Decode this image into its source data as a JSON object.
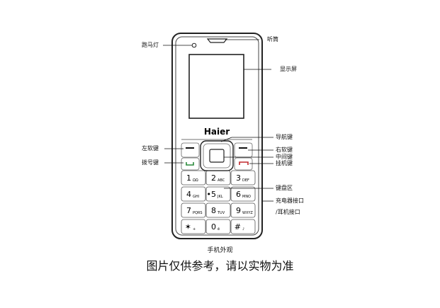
{
  "brand": "Haier",
  "callouts": {
    "indicator_light": "跑马灯",
    "receiver": "听筒",
    "display": "显示屏",
    "nav_key": "导航键",
    "left_soft_key": "左软键",
    "right_soft_key": "右软键",
    "center_key": "中间键",
    "dial_key": "拨号键",
    "end_key": "挂机键",
    "keypad_area": "键盘区",
    "charger_port": "充电器接口",
    "earphone_port": "/耳机接口"
  },
  "keys": [
    {
      "main": "1",
      "sub": "ΩΩ"
    },
    {
      "main": "2",
      "sub": "ABC"
    },
    {
      "main": "3",
      "sub": "DEF"
    },
    {
      "main": "4",
      "sub": "GHI"
    },
    {
      "main": "•5",
      "sub": "JKL"
    },
    {
      "main": "6",
      "sub": "MNO"
    },
    {
      "main": "7",
      "sub": "PQRS"
    },
    {
      "main": "8",
      "sub": "TUV"
    },
    {
      "main": "9",
      "sub": "WXYZ"
    },
    {
      "main": "✶",
      "sub": "+"
    },
    {
      "main": "0",
      "sub": "ē"
    },
    {
      "main": "#",
      "sub": "♪"
    }
  ],
  "captions": {
    "figure_title": "手机外观",
    "disclaimer": "图片仅供参考，请以实物为准"
  }
}
